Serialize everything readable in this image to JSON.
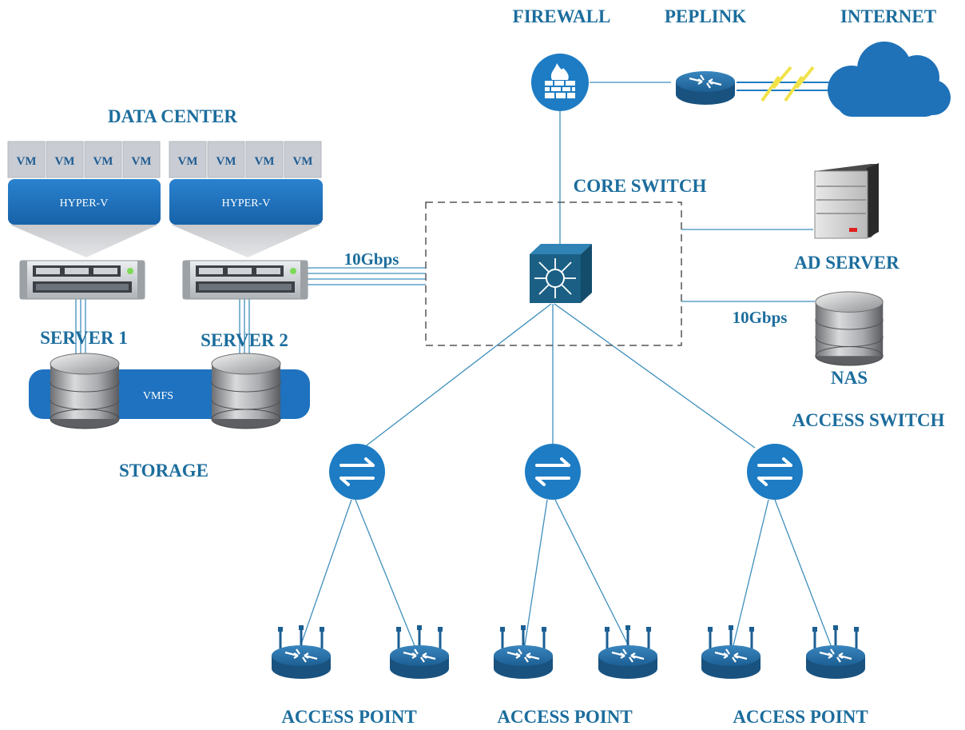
{
  "labels": {
    "firewall": "FIREWALL",
    "peplink": "PEPLINK",
    "internet": "INTERNET",
    "data_center": "DATA CENTER",
    "core_switch": "CORE SWITCH",
    "ad_server": "AD SERVER",
    "nas": "NAS",
    "speed_left": "10Gbps",
    "speed_right": "10Gbps",
    "server1": "SERVER 1",
    "server2": "SERVER 2",
    "storage": "STORAGE",
    "vmfs": "VMFS",
    "access_switch": "ACCESS SWITCH",
    "access_point_1": "ACCESS POINT",
    "access_point_2": "ACCESS POINT",
    "access_point_3": "ACCESS POINT"
  },
  "hosts": [
    {
      "hypervisor": "HYPER-V",
      "vms": [
        "VM",
        "VM",
        "VM",
        "VM"
      ]
    },
    {
      "hypervisor": "HYPER-V",
      "vms": [
        "VM",
        "VM",
        "VM",
        "VM"
      ]
    }
  ],
  "icons": [
    "firewall-icon",
    "router-icon",
    "cloud-icon",
    "core-switch-icon",
    "server-tower-icon",
    "database-icon",
    "rack-server-icon",
    "access-switch-icon",
    "wireless-access-point-icon"
  ],
  "colors": {
    "label": "#1c6d9d",
    "link": "#3e8fbd",
    "node_blue": "#1d7cc3",
    "switch_dark": "#1b5f84",
    "hypervisor": "#1f72bf",
    "vm_box": "#c9ccd3"
  }
}
